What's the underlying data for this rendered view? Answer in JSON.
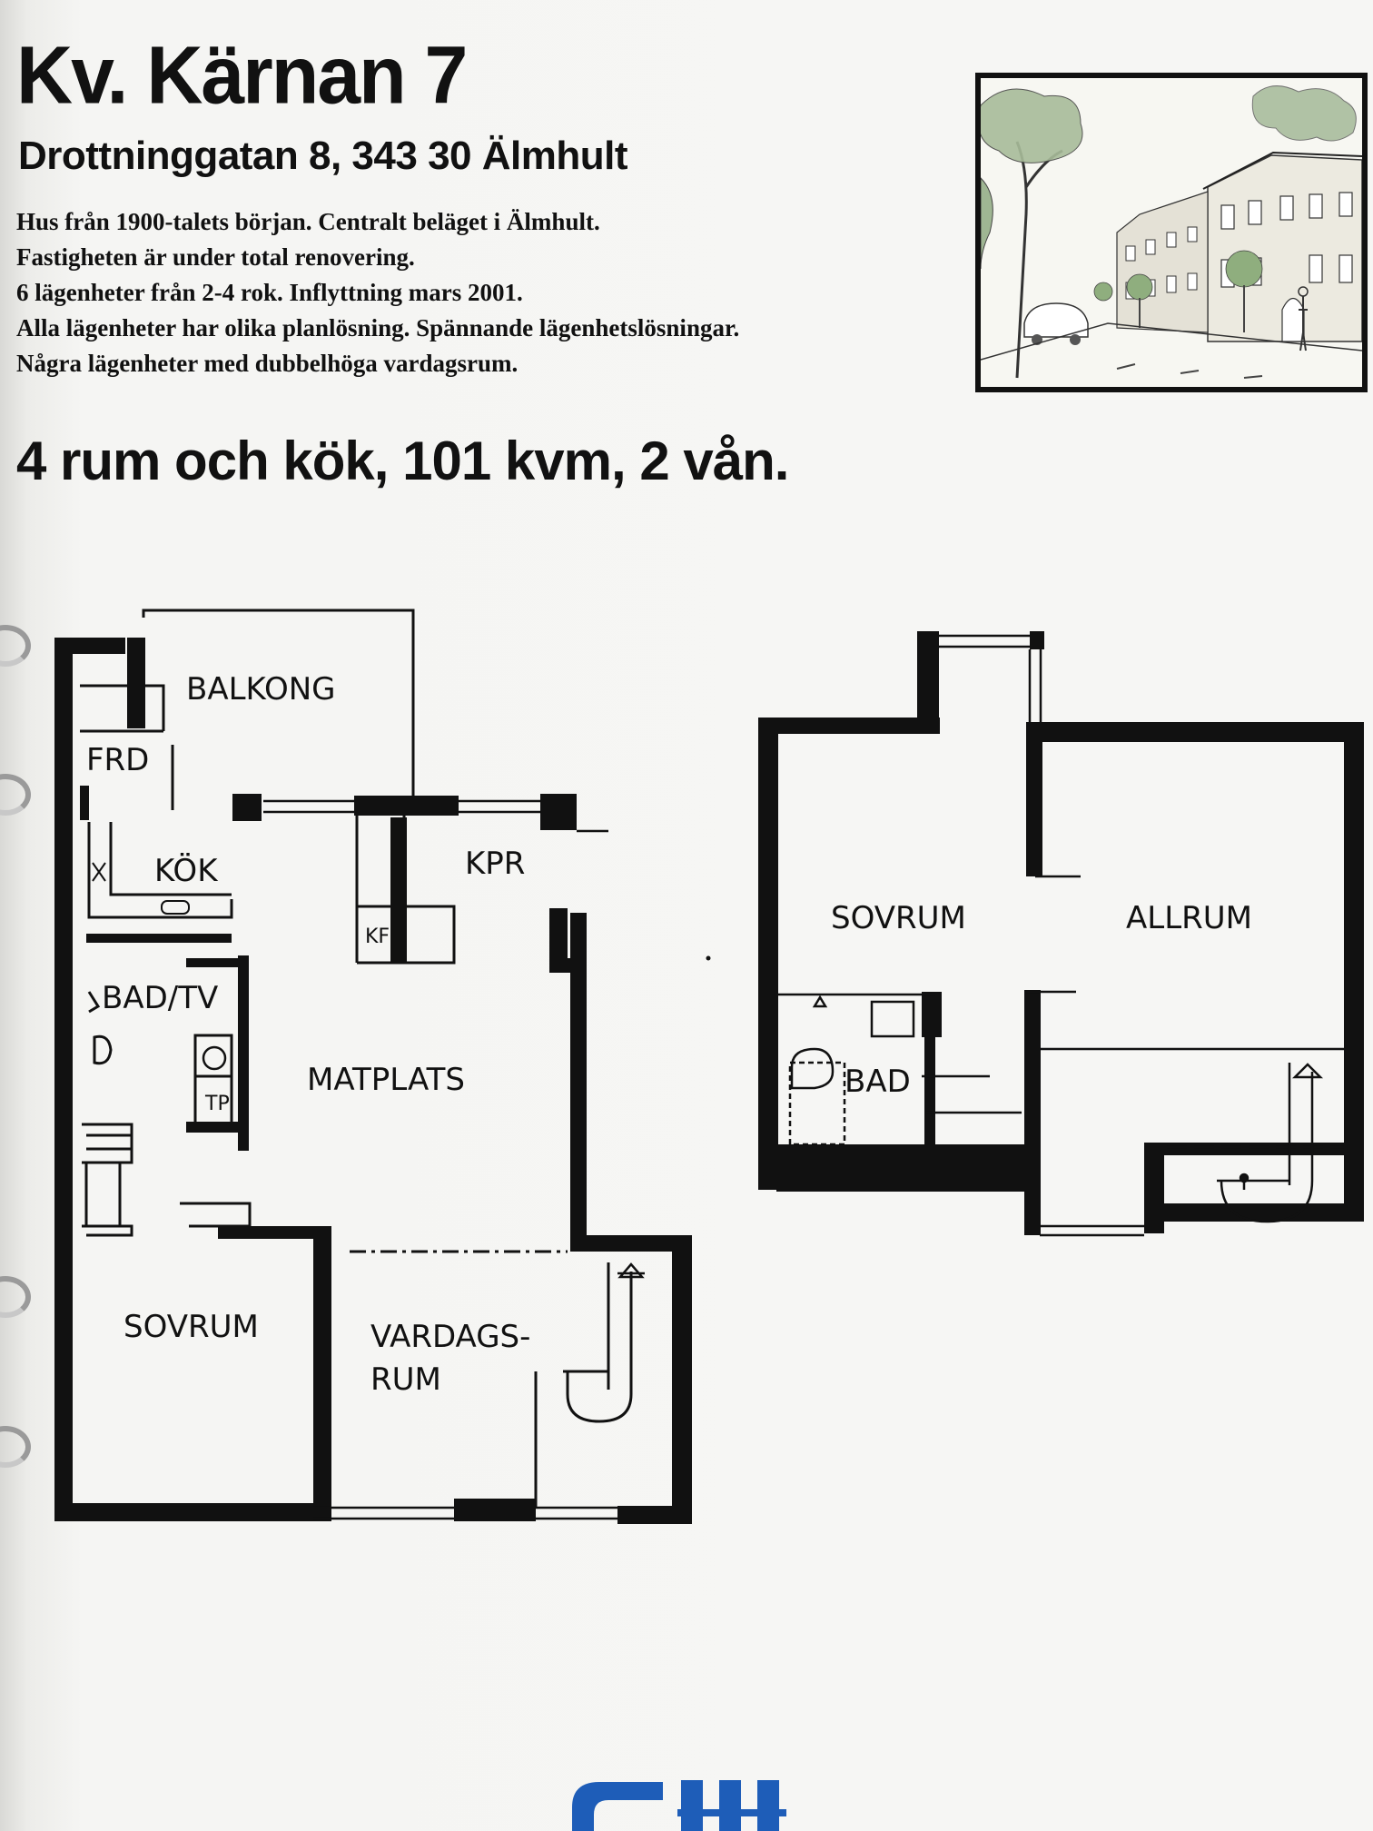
{
  "header": {
    "title": "Kv. Kärnan 7",
    "address": "Drottninggatan 8, 343 30 Älmhult"
  },
  "description": [
    "Hus från 1900-talets början. Centralt beläget i Älmhult.",
    "Fastigheten är under total renovering.",
    "6 lägenheter från 2-4 rok. Inflyttning mars 2001.",
    "Alla lägenheter har olika planlösning. Spännande lägenhetslösningar.",
    "Några lägenheter med dubbelhöga vardagsrum."
  ],
  "apartment": {
    "summary": "4 rum och kök, 101 kvm, 2 vån."
  },
  "floor_plan_1": {
    "labels": {
      "balkong": "BALKONG",
      "frd": "FRD",
      "kok": "KÖK",
      "kpr": "KPR",
      "kf": "KF",
      "bad_tv": "BAD/TV",
      "tp": "TP",
      "matplats": "MATPLATS",
      "sovrum": "SOVRUM",
      "vardagsrum_1": "VARDAGS-",
      "vardagsrum_2": "RUM"
    }
  },
  "floor_plan_2": {
    "labels": {
      "sovrum": "SOVRUM",
      "allrum": "ALLRUM",
      "bad": "BAD"
    }
  },
  "images": {
    "street_sketch": "street-sketch-illustration",
    "logo": "blue-logo-partial"
  },
  "colors": {
    "ink": "#111111",
    "paper": "#f4f4f2",
    "logo_blue": "#1e5db8",
    "tree_green": "#7a9a6a"
  }
}
